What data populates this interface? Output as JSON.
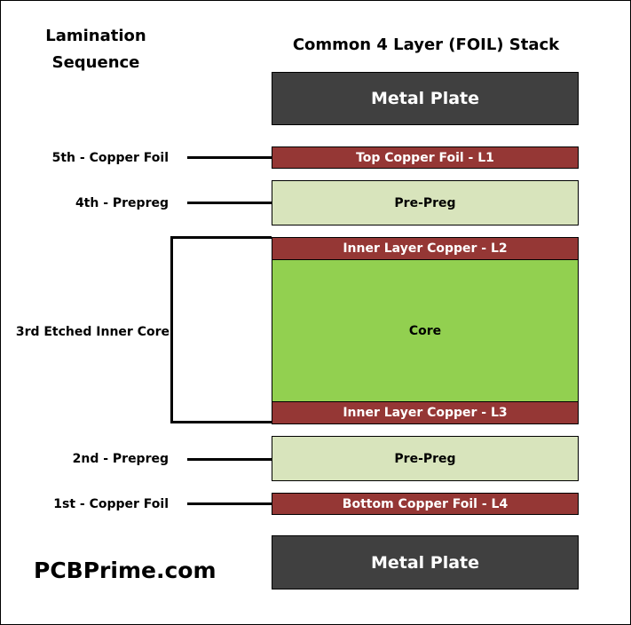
{
  "sequence_title": "Lamination Sequence",
  "stack_title": "Common 4 Layer (FOIL) Stack",
  "colors": {
    "metal_plate": "#404040",
    "copper": "#953735",
    "prepreg": "#d8e4bc",
    "core": "#92d050"
  },
  "stack": {
    "top_plate": "Metal Plate",
    "top_copper": "Top Copper Foil - L1",
    "top_prepreg": "Pre-Preg",
    "inner_l2": "Inner Layer Copper - L2",
    "core": "Core",
    "inner_l3": "Inner Layer Copper - L3",
    "bottom_prepreg": "Pre-Preg",
    "bottom_copper": "Bottom Copper Foil - L4",
    "bottom_plate": "Metal Plate"
  },
  "sequence": {
    "step5": "5th - Copper Foil",
    "step4": "4th - Prepreg",
    "step3": "3rd Etched Inner Core",
    "step2": "2nd - Prepreg",
    "step1": "1st - Copper Foil"
  },
  "brand": "PCBPrime.com"
}
